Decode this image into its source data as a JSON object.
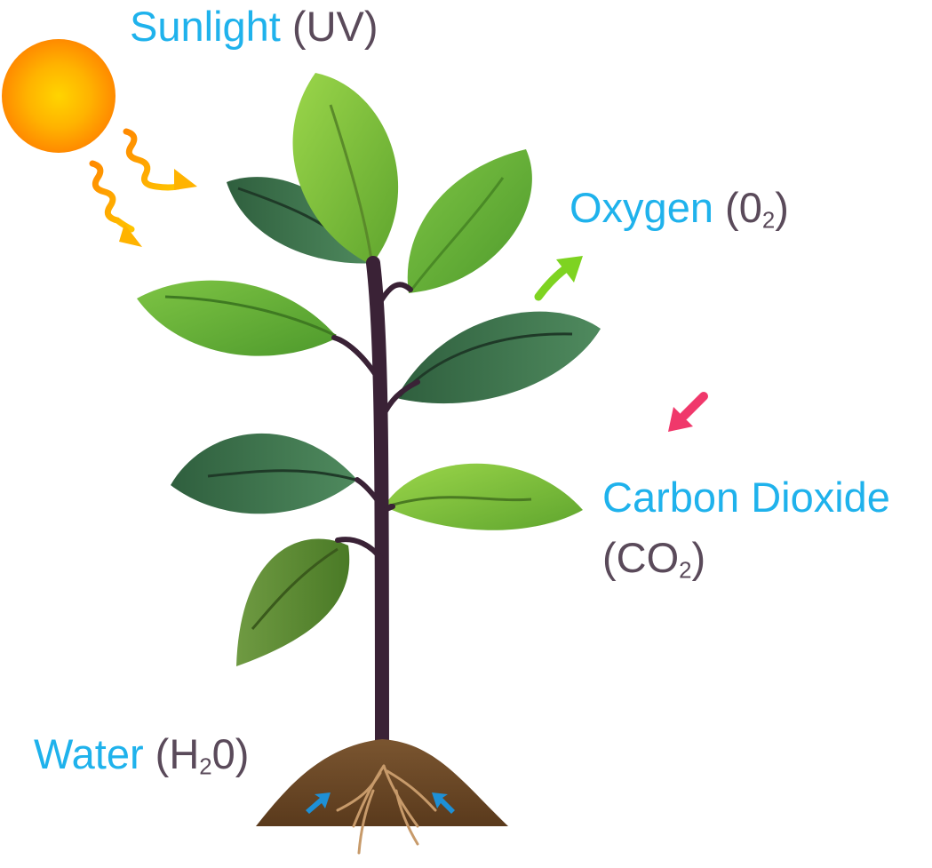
{
  "labels": {
    "sunlight": {
      "term": "Sunlight",
      "formula": "(UV)"
    },
    "oxygen": {
      "term": "Oxygen",
      "formula_open": "(0",
      "formula_sub": "2",
      "formula_close": ")"
    },
    "carbon_dioxide": {
      "term": "Carbon Dioxide",
      "formula_open": "(CO",
      "formula_sub": "2",
      "formula_close": ")"
    },
    "water": {
      "term": "Water",
      "formula_open": "(H",
      "formula_sub": "2",
      "formula_close": "0)"
    }
  },
  "colors": {
    "term_text": "#1fb2ec",
    "formula_text": "#5a4a5a",
    "sun_core": "#ffd400",
    "sun_outer": "#ff8c00",
    "oxygen_arrow": "#7ed321",
    "co2_arrow": "#f0386b",
    "water_arrow": "#1e90d6",
    "stem": "#3a2236",
    "soil": "#6b4a28"
  },
  "icons": [
    "sun-icon",
    "sunlight-wave-icon",
    "oxygen-arrow-icon",
    "co2-arrow-icon",
    "water-arrow-icon",
    "plant-icon",
    "soil-icon"
  ]
}
